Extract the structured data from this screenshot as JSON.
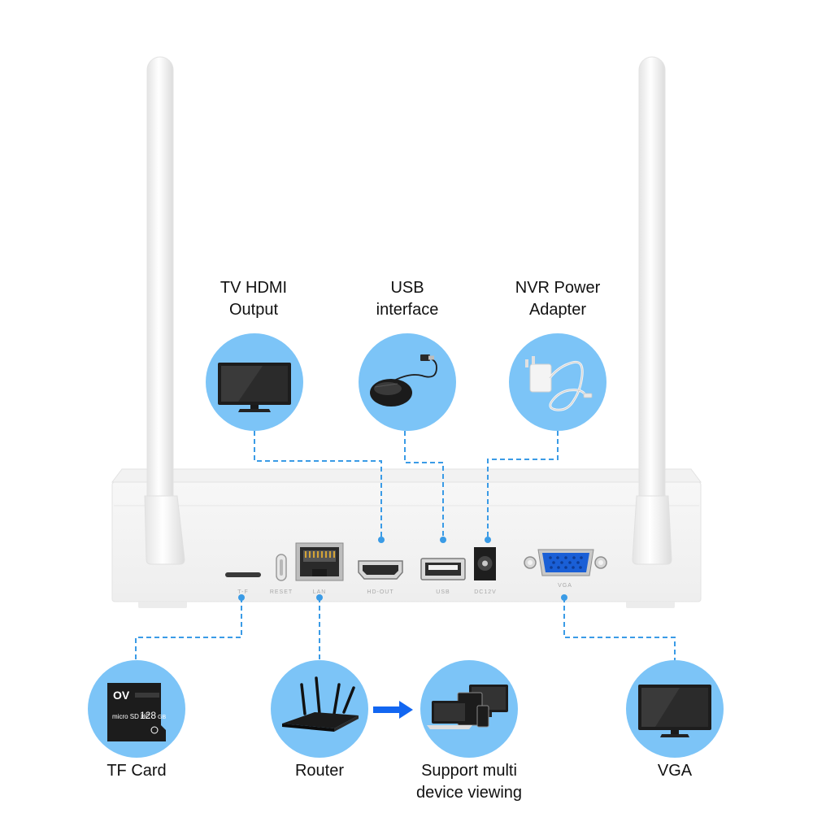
{
  "callouts": {
    "hdmi": {
      "line1": "TV HDMI",
      "line2": "Output",
      "icon": "tv-monitor-icon"
    },
    "usb": {
      "line1": "USB",
      "line2": "interface",
      "icon": "usb-mouse-icon"
    },
    "power": {
      "line1": "NVR Power",
      "line2": "Adapter",
      "icon": "power-adapter-icon"
    },
    "tf_card": {
      "label": "TF Card",
      "icon": "micro-sd-card-icon"
    },
    "router": {
      "label": "Router",
      "icon": "wifi-router-icon"
    },
    "multi_device": {
      "line1": "Support multi",
      "line2": "device viewing",
      "icon": "multi-device-icon"
    },
    "vga": {
      "label": "VGA",
      "icon": "vga-monitor-icon"
    }
  },
  "sd_card": {
    "brand": "OV",
    "capacity": "128",
    "unit": "GB",
    "type": "micro SD HC"
  },
  "device": {
    "port_labels": {
      "tf": "T-F",
      "reset": "RESET",
      "lan": "LAN",
      "hdmi": "HD-OUT",
      "usb": "USB",
      "dc": "DC12V",
      "vga": "VGA"
    }
  },
  "colors": {
    "circle": "#7cc4f7",
    "connector_line": "#3a9be6",
    "arrow": "#1266f1",
    "vga_port": "#1a5fd6"
  }
}
